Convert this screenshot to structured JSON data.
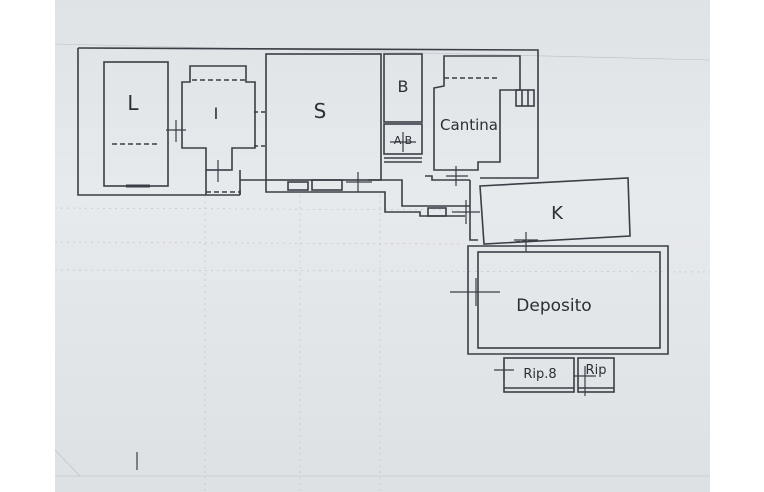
{
  "floor_plan": {
    "rooms": [
      {
        "id": "room-l",
        "label": "L"
      },
      {
        "id": "room-i",
        "label": "I"
      },
      {
        "id": "room-s",
        "label": "S"
      },
      {
        "id": "room-b",
        "label": "B"
      },
      {
        "id": "room-ab",
        "label": "A.B"
      },
      {
        "id": "room-cantina",
        "label": "Cantina"
      },
      {
        "id": "room-k",
        "label": "K"
      },
      {
        "id": "room-deposito",
        "label": "Deposito"
      },
      {
        "id": "room-rip-1",
        "label": "Rip.8"
      },
      {
        "id": "room-rip-2",
        "label": "Rip"
      }
    ]
  },
  "colors": {
    "paper": "#e2e6e9",
    "ink": "#3a3f47",
    "grid": "#b9bfc6"
  }
}
